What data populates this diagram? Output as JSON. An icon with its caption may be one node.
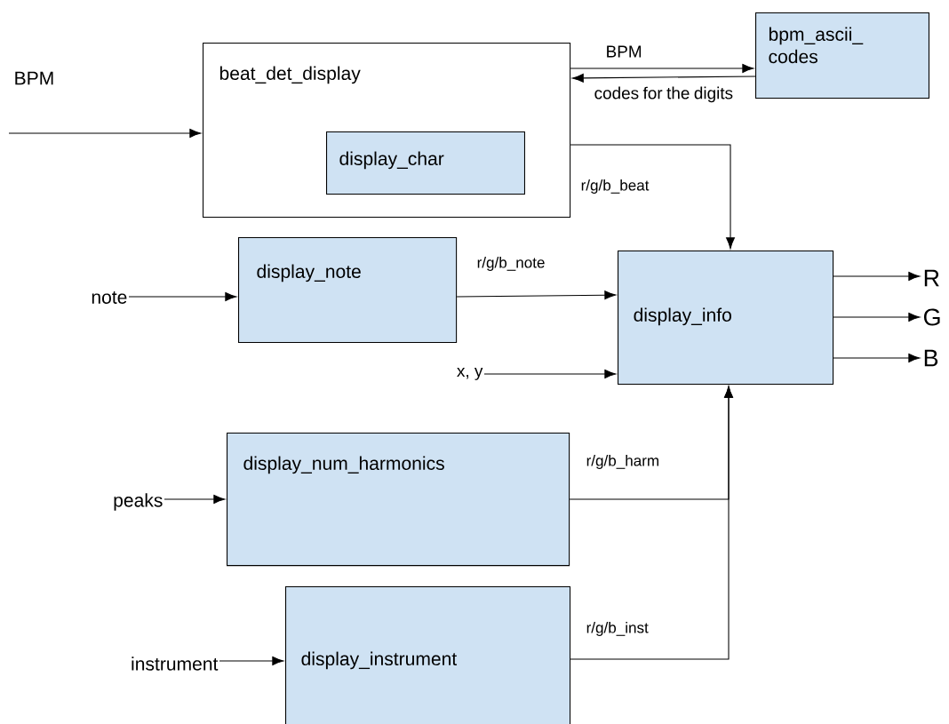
{
  "diagram": {
    "nodes": [
      {
        "text": [
          "beat_det_display"
        ]
      },
      {
        "text": [
          "display_char"
        ],
        "in": 0
      },
      {
        "text": [
          "bpm_ascii_ codes"
        ]
      },
      {
        "text": [
          "display_note"
        ]
      },
      {
        "text": [
          "display_info"
        ]
      },
      {
        "text": [
          "display_num_harmonics"
        ]
      },
      {
        "text": [
          "display_instrument"
        ]
      },
      {
        "text": [
          "note"
        ]
      },
      {
        "text": [
          "x, y"
        ]
      },
      {
        "text": [
          "peaks"
        ]
      },
      {
        "text": [
          "instrument"
        ]
      },
      {
        "text": [
          "R"
        ]
      },
      {
        "text": [
          "G"
        ]
      },
      {
        "text": [
          "B"
        ]
      }
    ],
    "edges": [
      {
        "from": null,
        "to": 0,
        "arrow": "to",
        "label": "BPM"
      },
      {
        "from": 0,
        "to": 2,
        "arrow": "to",
        "label": "BPM"
      },
      {
        "from": 2,
        "to": 0,
        "arrow": "to",
        "label": "codes for the digits"
      },
      {
        "from": 0,
        "to": 4,
        "arrow": "to",
        "label": "r/g/b_beat"
      },
      {
        "from": 3,
        "to": 4,
        "arrow": "to",
        "label": "r/g/b_note"
      },
      {
        "from": 8,
        "to": 4,
        "arrow": "to"
      },
      {
        "from": 5,
        "to": 4,
        "arrow": "to",
        "label": "r/g/b_harm"
      },
      {
        "from": 6,
        "to": 4,
        "arrow": "to",
        "label": "r/g/b_inst"
      },
      {
        "from": 7,
        "to": 3,
        "arrow": "to"
      },
      {
        "from": 9,
        "to": 5,
        "arrow": "to"
      },
      {
        "from": 10,
        "to": 6,
        "arrow": "to"
      },
      {
        "from": 4,
        "to": 11,
        "arrow": "to"
      },
      {
        "from": 4,
        "to": 12,
        "arrow": "to"
      },
      {
        "from": 4,
        "to": 13,
        "arrow": "to"
      }
    ]
  }
}
